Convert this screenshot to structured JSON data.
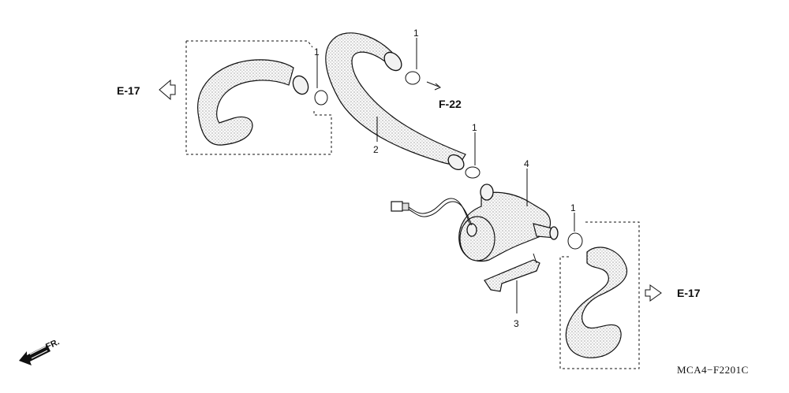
{
  "diagram": {
    "refs": {
      "e17_left": "E-17",
      "e17_right": "E-17",
      "f22": "F-22",
      "fr": "FR."
    },
    "callouts": {
      "clamp_top": "1",
      "clamp_left": "1",
      "clamp_mid": "1",
      "clamp_right": "1",
      "hose": "2",
      "bracket": "3",
      "valve": "4"
    },
    "code": "MCA4−F2201C"
  }
}
